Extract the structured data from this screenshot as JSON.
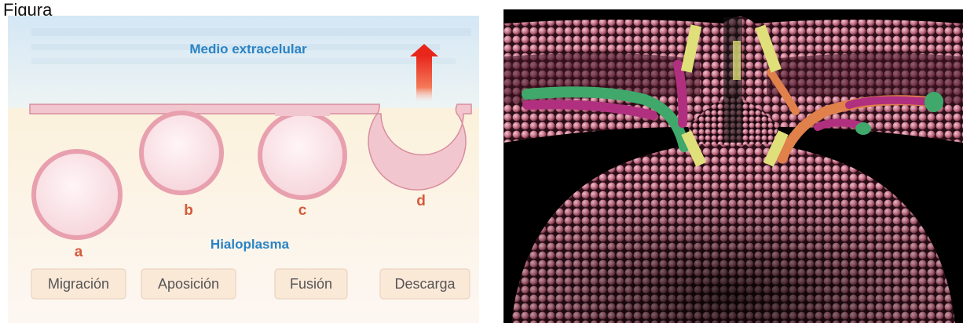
{
  "caption": "Figura",
  "left_diagram": {
    "top_label": "Medio extracelular",
    "bottom_label": "Hialoplasma",
    "vesicles": [
      {
        "letter": "a",
        "stage": "Migración"
      },
      {
        "letter": "b",
        "stage": "Aposición"
      },
      {
        "letter": "c",
        "stage": "Fusión"
      },
      {
        "letter": "d",
        "stage": "Descarga"
      }
    ]
  },
  "colors": {
    "top_background": "#dcebf5",
    "bottom_background": "#fbf1e4",
    "membrane": "#e8a0ae",
    "arrow": "#e8261c",
    "label_blue": "#2a83c4",
    "letter_orange": "#d45a3c",
    "stage_box": "#fbe9d8",
    "render_background": "#000000",
    "lipid_pink": "#c26e84",
    "snare_green": "#3fa86a",
    "snare_magenta": "#b0307f",
    "snare_orange": "#e0804a",
    "snare_yellow": "#dfe07a"
  },
  "right_image": {
    "description_icon": "membrane-fusion-pore-render"
  }
}
